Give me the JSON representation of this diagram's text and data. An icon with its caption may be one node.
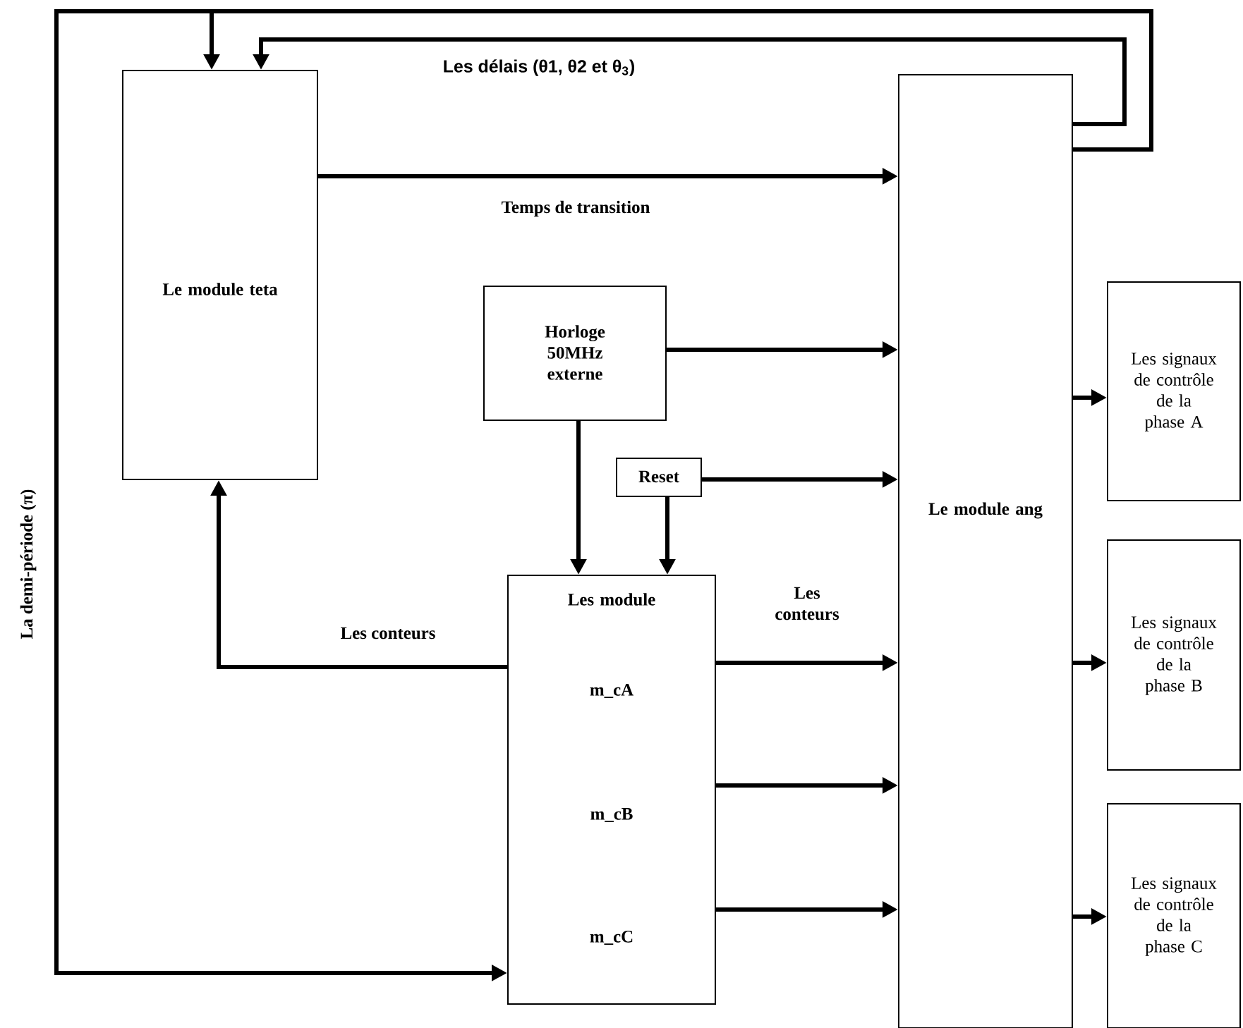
{
  "diagram": {
    "nodes": [
      {
        "text": [
          "Le module teta"
        ]
      },
      {
        "text": [
          "Horloge 50MHz externe"
        ]
      },
      {
        "text": [
          "Reset"
        ]
      },
      {
        "text": [
          "Les module",
          "m_cA",
          "m_cB",
          "m_cC"
        ]
      },
      {
        "text": [
          "Le module ang"
        ]
      },
      {
        "text": [
          "Les signaux de contrôle de la phase A"
        ]
      },
      {
        "text": [
          "Les signaux de contrôle de la phase B"
        ]
      },
      {
        "text": [
          "Les signaux de contrôle de la phase C"
        ]
      }
    ],
    "edges": [
      {
        "from": 4,
        "to": 0,
        "arrow": "to"
      },
      {
        "from": 4,
        "to": 3,
        "arrow": "to",
        "label": "La demi-période (π)"
      },
      {
        "from": 4,
        "to": 0,
        "arrow": "to",
        "label": "Les délais (θ1, θ2 et θ$_{3}$)"
      },
      {
        "from": 0,
        "to": 4,
        "arrow": "to",
        "label": "Temps de transition"
      },
      {
        "from": 1,
        "to": 4,
        "arrow": "to"
      },
      {
        "from": 1,
        "to": 3,
        "arrow": "to"
      },
      {
        "from": 2,
        "to": 4,
        "arrow": "to"
      },
      {
        "from": 2,
        "to": 3,
        "arrow": "to"
      },
      {
        "from": 3,
        "to": 0,
        "arrow": "to",
        "label": "Les conteurs"
      },
      {
        "from": 3,
        "to": 4,
        "arrow": "to",
        "label": "Les conteurs"
      },
      {
        "from": 3,
        "to": 4,
        "arrow": "to"
      },
      {
        "from": 3,
        "to": 4,
        "arrow": "to"
      },
      {
        "from": 4,
        "to": 5,
        "arrow": "to"
      },
      {
        "from": 4,
        "to": 6,
        "arrow": "to"
      },
      {
        "from": 4,
        "to": 7,
        "arrow": "to"
      }
    ]
  }
}
